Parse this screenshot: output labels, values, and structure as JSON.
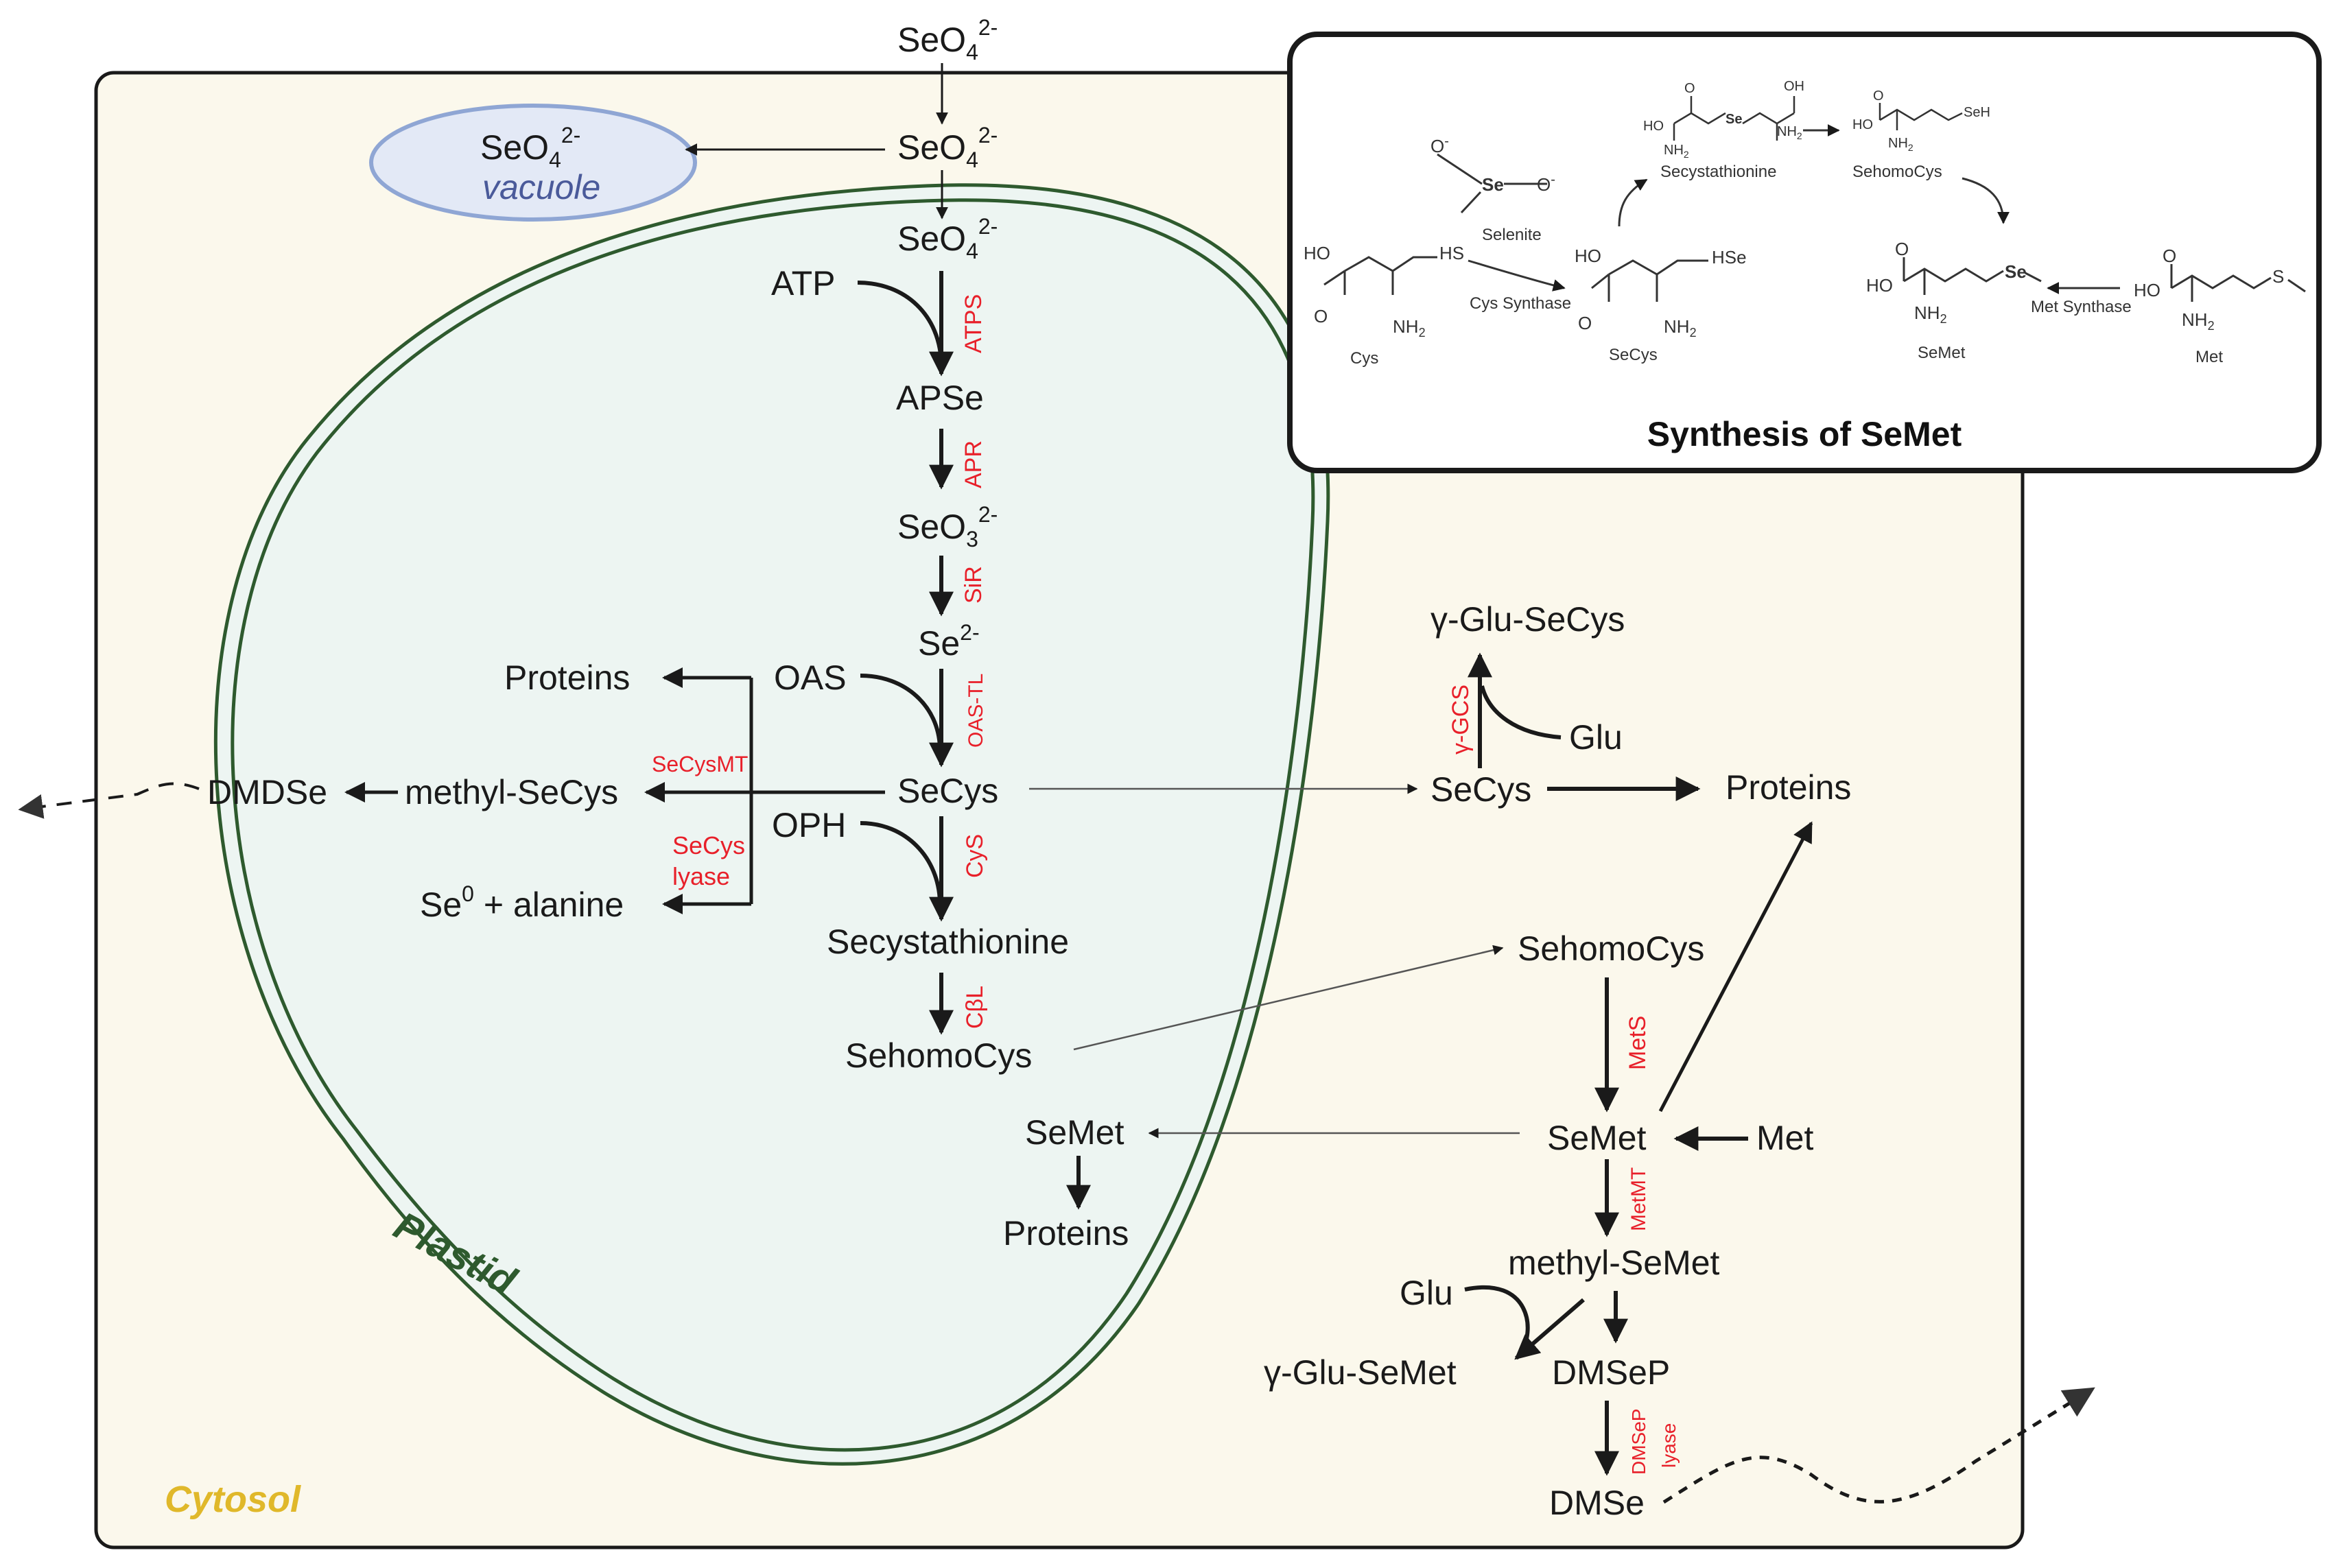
{
  "compartments": {
    "cytosol": "Cytosol",
    "plastid": "Plastid",
    "vacuole": "vacuole"
  },
  "inset": {
    "title": "Synthesis of SeMet",
    "compounds": {
      "cys": "Cys",
      "selenite": "Selenite",
      "secystathionine": "Secystathionine",
      "sehomocys": "SehomoCys",
      "secys": "SeCys",
      "semet": "SeMet",
      "met": "Met"
    },
    "enzymes": {
      "cys_synthase": "Cys Synthase",
      "met_synthase": "Met Synthase"
    },
    "atoms": {
      "ho": "HO",
      "o": "O",
      "nh2": "NH",
      "sub2": "2",
      "hs": "HS",
      "hse": "HSe",
      "se": "Se",
      "s": "S",
      "o_minus": "O",
      "seh": "SeH",
      "oh": "OH",
      "minus": "-",
      "dash_o": "—O"
    }
  },
  "metabolites": {
    "seo4": "SeO",
    "sub4": "4",
    "sup2m": "2-",
    "seo3": "SeO",
    "sub3": "3",
    "se2": "Se",
    "sup_2m": "2-",
    "atp": "ATP",
    "apse": "APSe",
    "oas": "OAS",
    "oph": "OPH",
    "secys": "SeCys",
    "secystathionine": "Secystathionine",
    "sehomocys": "SehomoCys",
    "proteins": "Proteins",
    "dmdse": "DMDSe",
    "methyl_secys": "methyl-SeCys",
    "se0": "Se",
    "sup0": "0",
    "plus_alanine": " + alanine",
    "semet": "SeMet",
    "ggluse_cys": "γ-Glu-SeCys",
    "glu": "Glu",
    "met": "Met",
    "methyl_semet": "methyl-SeMet",
    "gglu_semet": "γ-Glu-SeMet",
    "dmsep": "DMSeP",
    "dmse": "DMSe"
  },
  "enzymes": {
    "atps": "ATPS",
    "apr": "APR",
    "sir": "SiR",
    "oastl": "OAS-TL",
    "cys": "CyS",
    "cbl": "CβL",
    "secysmt": "SeCysMT",
    "secys_lyase_1": "SeCys",
    "secys_lyase_2": "lyase",
    "ggcs": "γ-GCS",
    "mets": "MetS",
    "metmt": "MetMT",
    "dmsep_lyase_1": "DMSeP",
    "dmsep_lyase_2": "lyase"
  },
  "colors": {
    "cytosol_fill": "#fbf8ec",
    "plastid_fill": "#edf5f2",
    "plastid_stroke": "#2e5a2e",
    "vacuole_fill": "#e3e9f6",
    "vacuole_stroke": "#8fa6d4",
    "vacuole_text": "#4a5a9a",
    "cytosol_text": "#e0b82a",
    "enzyme": "#e8202a"
  }
}
